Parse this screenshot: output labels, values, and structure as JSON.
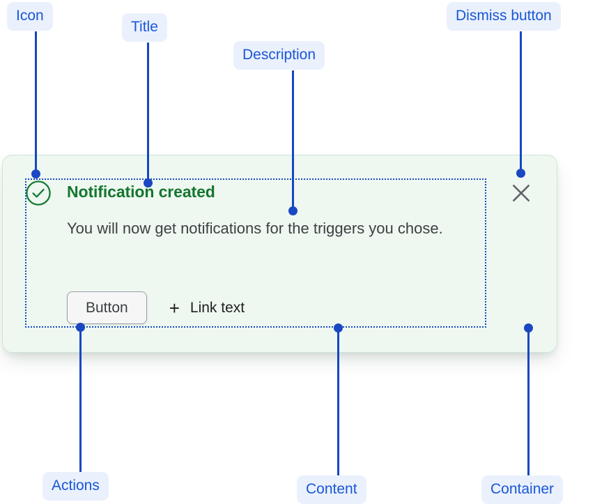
{
  "annotations": [
    {
      "id": "icon",
      "label": "Icon"
    },
    {
      "id": "title",
      "label": "Title"
    },
    {
      "id": "desc",
      "label": "Description"
    },
    {
      "id": "dismiss",
      "label": "Dismiss button"
    },
    {
      "id": "actions",
      "label": "Actions"
    },
    {
      "id": "content",
      "label": "Content"
    },
    {
      "id": "container",
      "label": "Container"
    }
  ],
  "notification": {
    "status_icon": "check-circle-icon",
    "title": "Notification created",
    "description": "You will now get notifications for the triggers you chose.",
    "actions": {
      "button_label": "Button",
      "link_icon": "plus-icon",
      "link_glyph": "+",
      "link_label": "Link text"
    },
    "dismiss_icon": "close-icon"
  },
  "colors": {
    "annotation_text": "#1a56d6",
    "annotation_pill_bg": "#eaf1fd",
    "leader_line": "#1447c4",
    "container_bg": "#eef8f0",
    "container_border": "#cfe7d6",
    "success_green": "#14762f",
    "body_text": "#3c4043",
    "dismiss_grey": "#5f6368",
    "button_border": "#9aa0a6",
    "button_bg": "#f6f6f6"
  }
}
